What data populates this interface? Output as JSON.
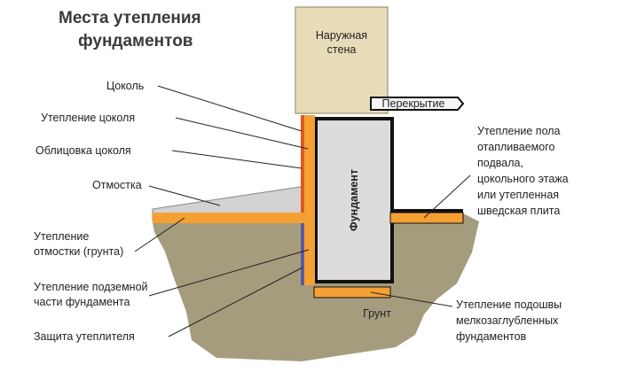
{
  "title": {
    "line1": "Места утепления",
    "line2": "фундаментов"
  },
  "parts": {
    "wall_line1": "Наружная",
    "wall_line2": "стена",
    "slab": "Перекрытие",
    "foundation": "Фундамент",
    "soil": "Грунт"
  },
  "labels_left": {
    "plinth": "Цоколь",
    "plinth_insulation": "Утепление цоколя",
    "plinth_cladding": "Облицовка цоколя",
    "blind_area": "Отмостка",
    "blind_area_insulation_line1": "Утепление",
    "blind_area_insulation_line2": "отмостки (грунта)",
    "underground_insulation_line1": "Утепление подземной",
    "underground_insulation_line2": "части фундамента",
    "insulation_protection": "Защита утеплителя"
  },
  "labels_right": {
    "floor_insulation": [
      "Утепление пола",
      "отапливаемого",
      "подвала,",
      "цокольного этажа",
      "или утепленная",
      "шведская плита"
    ],
    "sole_insulation": [
      "Утепление подошвы",
      "мелкозаглубленных",
      "фундаментов"
    ]
  },
  "colors": {
    "soil": "#a59c7d",
    "wall": "#e8dcb8",
    "foundation": "#dcdcdc",
    "insulation": "#f5a033",
    "cladding": "#e2581f",
    "protection": "#5a5aa0",
    "outline": "#111111",
    "blind_area": "#d2d2d2"
  }
}
